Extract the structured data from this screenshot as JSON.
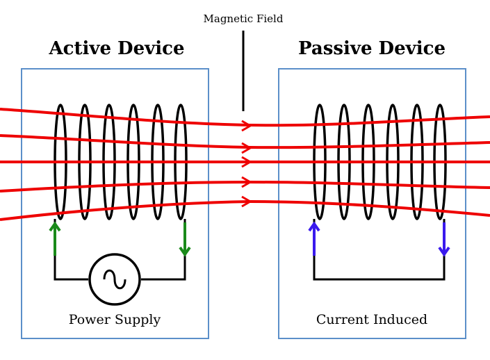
{
  "labels": {
    "magnetic_field": "Magnetic Field",
    "active_device": "Active Device",
    "passive_device": "Passive Device",
    "power_supply": "Power Supply",
    "current_induced": "Current Induced"
  },
  "colors": {
    "field_lines": "#ee0000",
    "coil": "#000000",
    "device_box": "#5b8fc9",
    "active_current_arrow": "#1a8a1a",
    "passive_current_arrow": "#3a1aee"
  }
}
